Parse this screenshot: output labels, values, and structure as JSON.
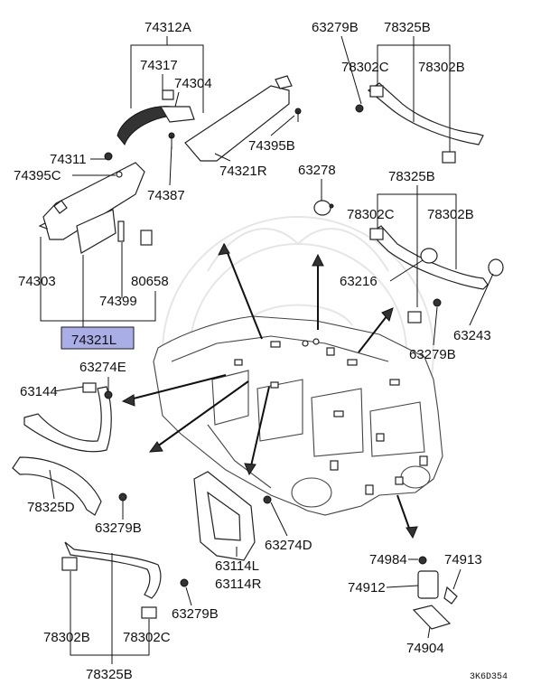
{
  "diagram": {
    "code": "3K6D354",
    "highlight_color": "#a9aee6",
    "labels": {
      "p74312A": "74312A",
      "p74317": "74317",
      "p74304": "74304",
      "p74311": "74311",
      "p74395C": "74395C",
      "p74387": "74387",
      "p74395B": "74395B",
      "p74321R": "74321R",
      "p74303": "74303",
      "p74399": "74399",
      "p80658": "80658",
      "p74321L": "74321L",
      "p63279B_top": "63279B",
      "p78325B_top": "78325B",
      "p78302C_top": "78302C",
      "p78302B_top": "78302B",
      "p63278": "63278",
      "p78325B_mid": "78325B",
      "p78302C_mid": "78302C",
      "p78302B_mid": "78302B",
      "p63216": "63216",
      "p63243": "63243",
      "p63279B_mid": "63279B",
      "p63144": "63144",
      "p63274E": "63274E",
      "p78325D": "78325D",
      "p63279B_left": "63279B",
      "p63114L": "63114L",
      "p63114R": "63114R",
      "p63274D": "63274D",
      "p74984": "74984",
      "p74913": "74913",
      "p74912": "74912",
      "p74904": "74904",
      "p78302B_bot": "78302B",
      "p78302C_bot": "78302C",
      "p78325B_bot": "78325B",
      "p63279B_bot": "63279B"
    }
  }
}
